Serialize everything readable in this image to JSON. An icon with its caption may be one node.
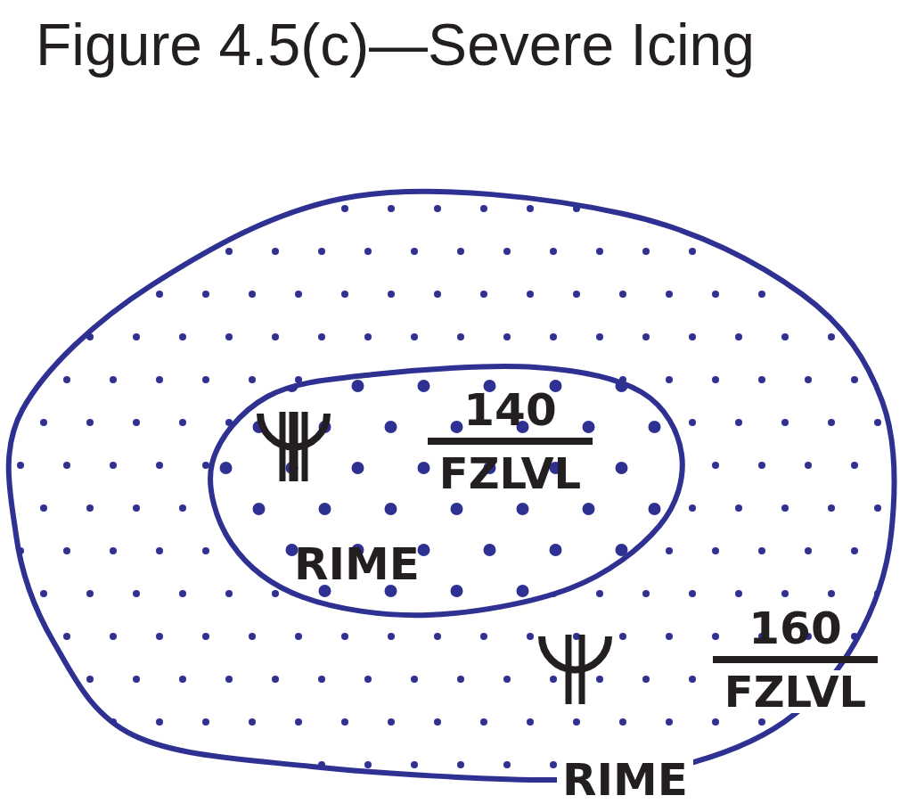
{
  "diagram": {
    "title": "Figure 4.5(c)—Severe Icing",
    "nodes": [
      {
        "text": [
          "160",
          "FZLVL",
          "RIME"
        ]
      },
      {
        "text": [
          "140",
          "FZLVL",
          "RIME"
        ],
        "in": 0
      }
    ]
  }
}
